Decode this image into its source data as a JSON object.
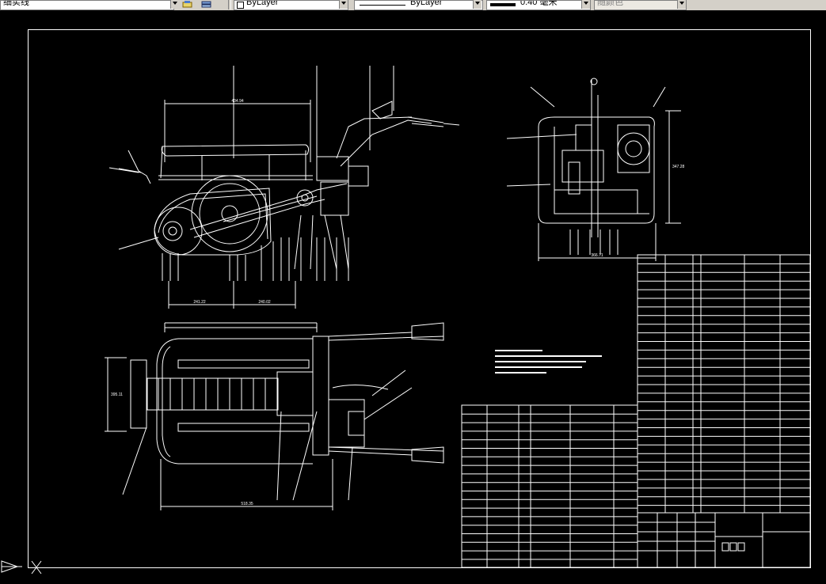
{
  "toolbar": {
    "linetype_name": "细实线",
    "color_control": "ByLayer",
    "linetype_control": "ByLayer",
    "lineweight_value": "0.40 毫米",
    "plotstyle_value": "随颜色"
  },
  "colors": {
    "canvas_bg": "#000000",
    "drawing_lines": "#ffffff",
    "toolbar_bg": "#d4d0c8"
  },
  "icons": {
    "layer": "layer-states-icon",
    "layers": "layer-stack-icon",
    "ucs": "ucs-icon",
    "cursor": "crosshair-icon"
  }
}
